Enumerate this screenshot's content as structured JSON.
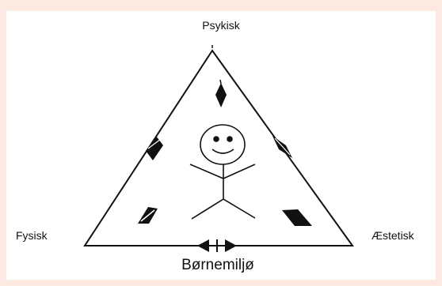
{
  "labels": {
    "top": "Psykisk",
    "left": "Fysisk",
    "right": "Æstetisk",
    "bottom": "Børnemiljø"
  },
  "colors": {
    "background": "#fbe9e2",
    "card": "#ffffff",
    "ink": "#111111"
  }
}
